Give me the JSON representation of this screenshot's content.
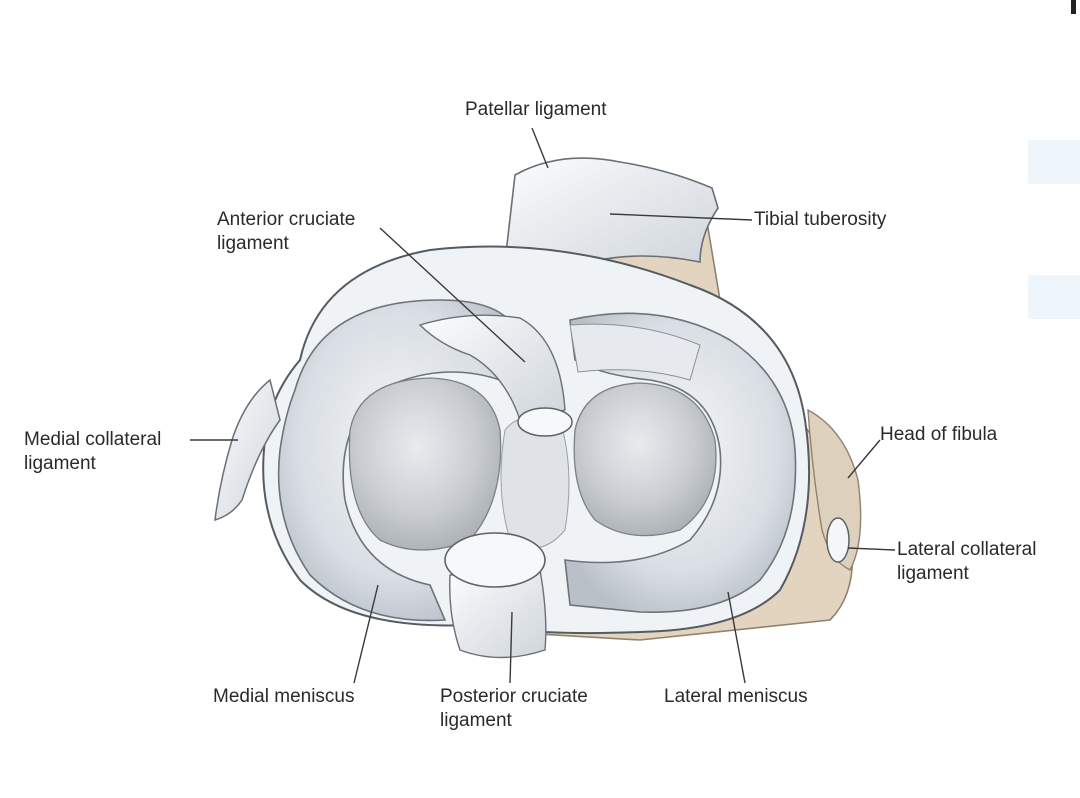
{
  "labels": {
    "patellar_ligament": "Patellar ligament",
    "tibial_tuberosity": "Tibial tuberosity",
    "anterior_cruciate": [
      "Anterior cruciate",
      "ligament"
    ],
    "medial_collateral": [
      "Medial collateral",
      "ligament"
    ],
    "head_of_fibula": "Head of fibula",
    "lateral_collateral": [
      "Lateral collateral",
      "ligament"
    ],
    "medial_meniscus": "Medial meniscus",
    "posterior_cruciate": [
      "Posterior cruciate",
      "ligament"
    ],
    "lateral_meniscus": "Lateral meniscus"
  },
  "colors": {
    "bone": "#e3d4bf",
    "meniscus": "#d7dde4",
    "cartilage": "#c4c8cd",
    "ligament": "#e8ecef",
    "outline": "#555b62"
  }
}
